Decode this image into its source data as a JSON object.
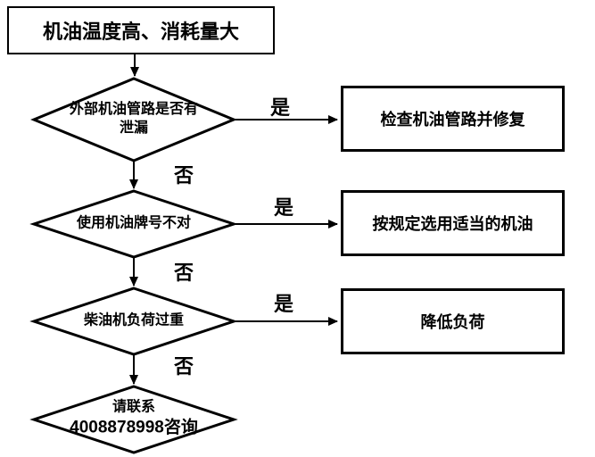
{
  "title": "机油温度高、消耗量大",
  "flowchart": {
    "start": {
      "text": "机油温度高、消耗量大"
    },
    "decisions": [
      {
        "condition_line1": "外部机油管路是否有",
        "condition_line2": "泄漏",
        "yes_label": "是",
        "no_label": "否",
        "action": "检查机油管路并修复"
      },
      {
        "condition_line1": "使用机油牌号不对",
        "condition_line2": "",
        "yes_label": "是",
        "no_label": "否",
        "action": "按规定选用适当的机油"
      },
      {
        "condition_line1": "柴油机负荷过重",
        "condition_line2": "",
        "yes_label": "是",
        "no_label": "否",
        "action": "降低负荷"
      }
    ],
    "end": {
      "line1": "请联系",
      "line2": "4008878998咨询"
    }
  },
  "colors": {
    "stroke": "#000000",
    "background": "#ffffff"
  }
}
